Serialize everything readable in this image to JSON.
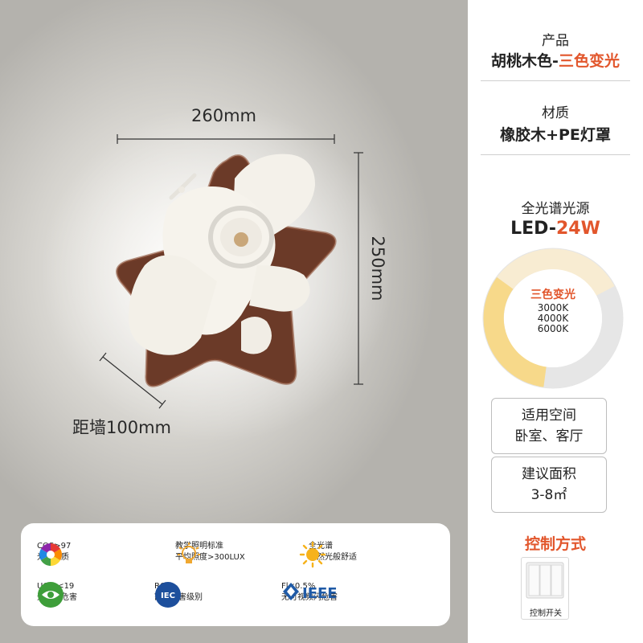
{
  "dimensions": {
    "width_label": "260mm",
    "height_label": "250mm",
    "wall_distance_label": "距墙100mm"
  },
  "features": [
    {
      "icon": "color-wheel-icon",
      "line1": "CQS>97",
      "line2": "光色品质"
    },
    {
      "icon": "lightbulb-icon",
      "line1": "教学照明标准",
      "line2": "平均照度>300LUX"
    },
    {
      "icon": "sun-icon",
      "line1": "全光谱",
      "line2": "自然光般舒适"
    },
    {
      "icon": "eye-icon",
      "line1": "UGR <19",
      "line2": "无眩光危害"
    },
    {
      "icon": "iec-logo-icon",
      "line1": "RGO",
      "line2": "豁免伤害级别"
    },
    {
      "icon": "ieee-logo-icon",
      "line1": "Fl<0.5%",
      "line2": "无可视频闪危害"
    }
  ],
  "logos": {
    "iec": "IEC",
    "ieee": "IEEE"
  },
  "spec": {
    "product_title": "产品",
    "product_value_main": "胡桃木色-",
    "product_value_accent": "三色变光",
    "material_title": "材质",
    "material_value": "橡胶木+PE灯罩",
    "light_title": "全光谱光源",
    "light_value_main": "LED-",
    "light_value_accent": "24W",
    "ring_title": "三色变光",
    "ring_temps": [
      "3000K",
      "4000K",
      "6000K"
    ],
    "space_title": "适用空间",
    "space_value": "卧室、客厅",
    "area_title": "建议面积",
    "area_value": "3-8㎡",
    "control_title": "控制方式",
    "switch_label": "控制开关"
  },
  "colors": {
    "accent": "#e2562c",
    "wood": "#6b3a28",
    "ring_cream": "#f8ecd2",
    "ring_yellow": "#f7d98a"
  }
}
